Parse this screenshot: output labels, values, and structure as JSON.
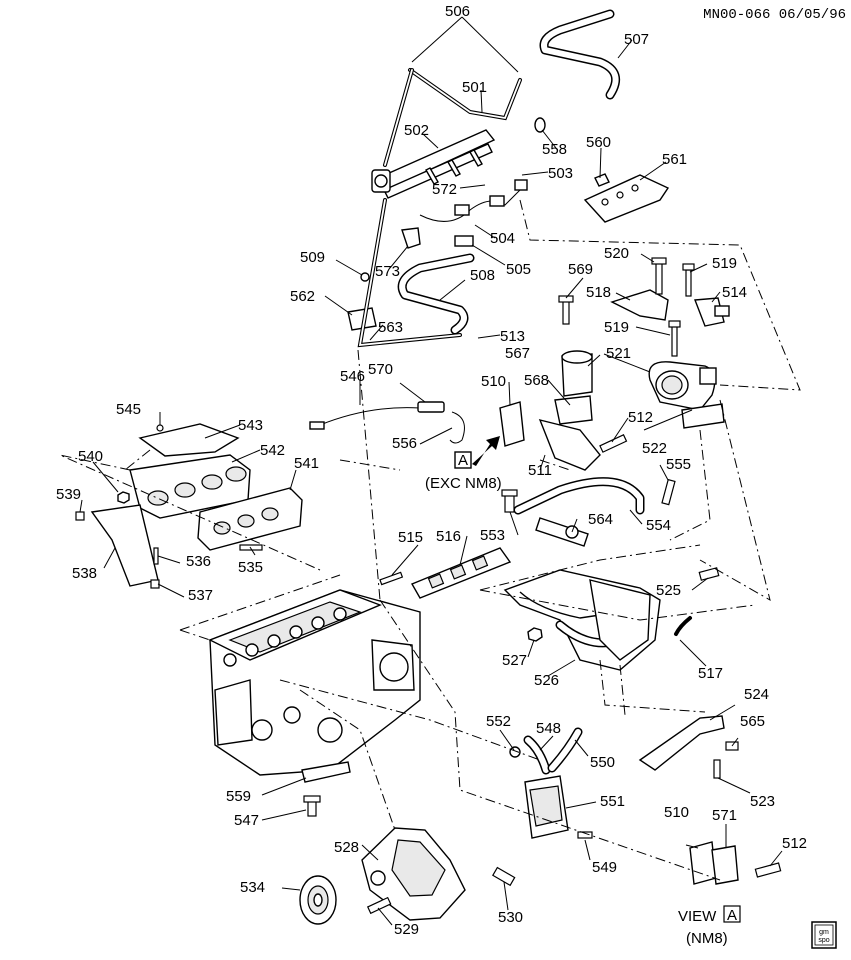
{
  "header": {
    "doc_code": "MN00-066 06/05/96"
  },
  "labels": {
    "p501": "501",
    "p502": "502",
    "p503": "503",
    "p504": "504",
    "p505": "505",
    "p506": "506",
    "p507": "507",
    "p508": "508",
    "p509": "509",
    "p510": "510",
    "p510b": "510",
    "p511": "511",
    "p512": "512",
    "p512b": "512",
    "p513": "513",
    "p514": "514",
    "p515": "515",
    "p516": "516",
    "p517": "517",
    "p518": "518",
    "p519": "519",
    "p519b": "519",
    "p520": "520",
    "p521": "521",
    "p522": "522",
    "p523": "523",
    "p524": "524",
    "p525": "525",
    "p526": "526",
    "p527": "527",
    "p528": "528",
    "p529": "529",
    "p530": "530",
    "p534": "534",
    "p535": "535",
    "p536": "536",
    "p537": "537",
    "p538": "538",
    "p539": "539",
    "p540": "540",
    "p541": "541",
    "p542": "542",
    "p543": "543",
    "p545": "545",
    "p546": "546",
    "p547": "547",
    "p548": "548",
    "p549": "549",
    "p550": "550",
    "p551": "551",
    "p552": "552",
    "p553": "553",
    "p554": "554",
    "p555": "555",
    "p556": "556",
    "p558": "558",
    "p559": "559",
    "p560": "560",
    "p561": "561",
    "p562": "562",
    "p563": "563",
    "p564": "564",
    "p565": "565",
    "p567": "567",
    "p568": "568",
    "p569": "569",
    "p570": "570",
    "p571": "571",
    "p572": "572",
    "p573": "573"
  },
  "callouts": {
    "view_a_marker": "A",
    "exc_note": "(EXC NM8)",
    "view_title": "VIEW",
    "view_letter": "A",
    "view_note": "(NM8)"
  },
  "logo": {
    "line1": "gm",
    "line2": "spo"
  }
}
